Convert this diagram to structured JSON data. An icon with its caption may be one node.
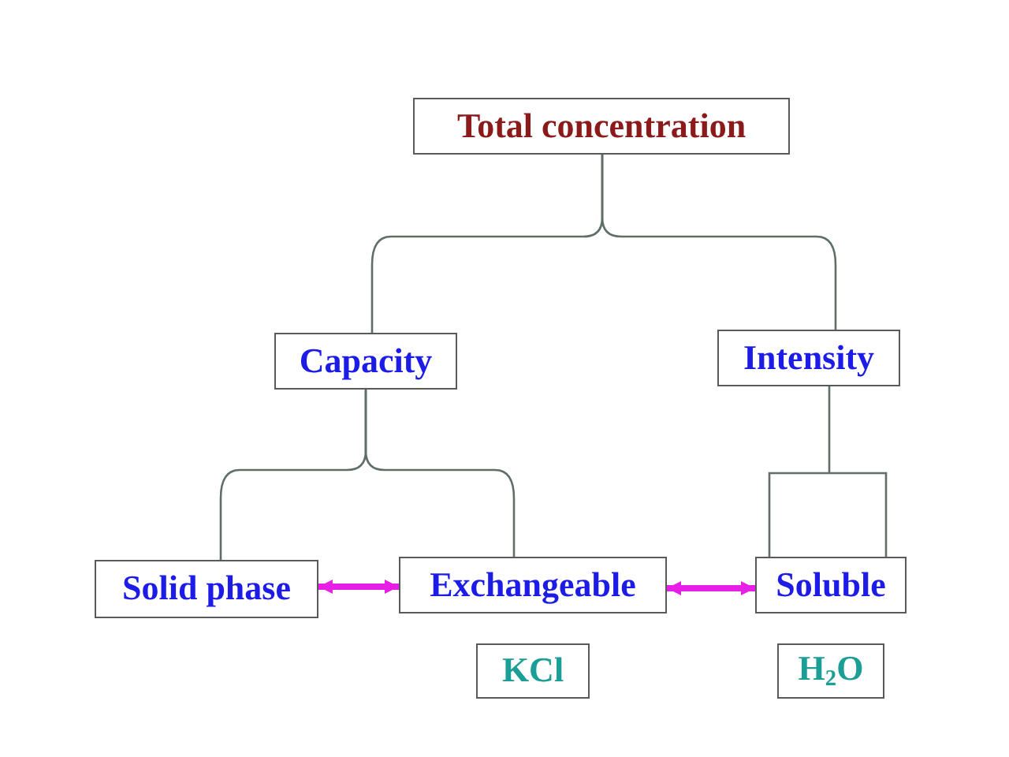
{
  "diagram": {
    "nodes": [
      {
        "text": [
          "Total concentration"
        ]
      },
      {
        "text": [
          "Capacity"
        ]
      },
      {
        "text": [
          "Intensity"
        ]
      },
      {
        "text": [
          "Solid phase"
        ]
      },
      {
        "text": [
          "Exchangeable"
        ]
      },
      {
        "text": [
          "Soluble"
        ]
      },
      {
        "text": [
          "KCl"
        ]
      },
      {
        "text": [
          "H$_{2}$O"
        ]
      }
    ],
    "edges": [
      {
        "from": 0,
        "to": 1,
        "arrow": "none"
      },
      {
        "from": 0,
        "to": 2,
        "arrow": "none"
      },
      {
        "from": 1,
        "to": 3,
        "arrow": "none"
      },
      {
        "from": 1,
        "to": 4,
        "arrow": "none"
      },
      {
        "from": 2,
        "to": 5,
        "arrow": "none"
      },
      {
        "from": 3,
        "to": 4,
        "arrow": "both",
        "style": "thick",
        "color": "#e61ee6"
      },
      {
        "from": 4,
        "to": 5,
        "arrow": "both",
        "style": "thick",
        "color": "#e61ee6"
      }
    ]
  }
}
